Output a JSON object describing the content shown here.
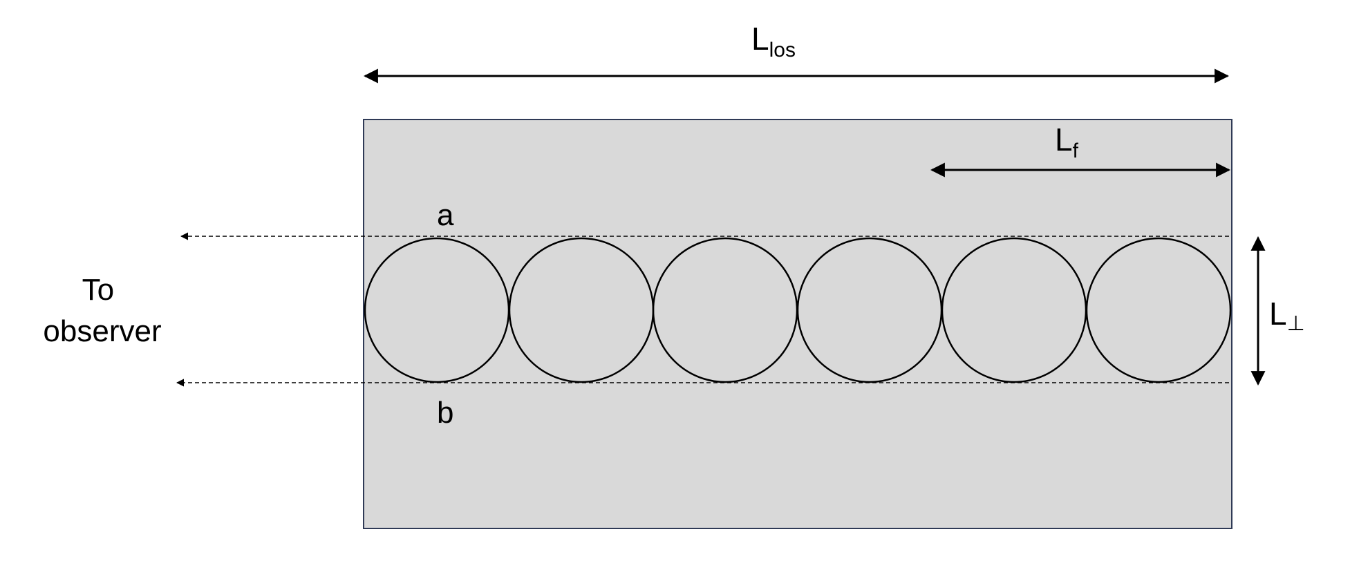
{
  "labels": {
    "l_los": {
      "main": "L",
      "sub": "los"
    },
    "l_f": {
      "main": "L",
      "sub": "f"
    },
    "l_perp": {
      "main": "L",
      "sub": "⊥"
    },
    "a": "a",
    "b": "b",
    "observer_line1": "To",
    "observer_line2": "observer"
  },
  "circle_count": 6,
  "colors": {
    "box_fill": "#d9d9d9",
    "box_stroke": "#2f3a56",
    "line": "#000000"
  }
}
